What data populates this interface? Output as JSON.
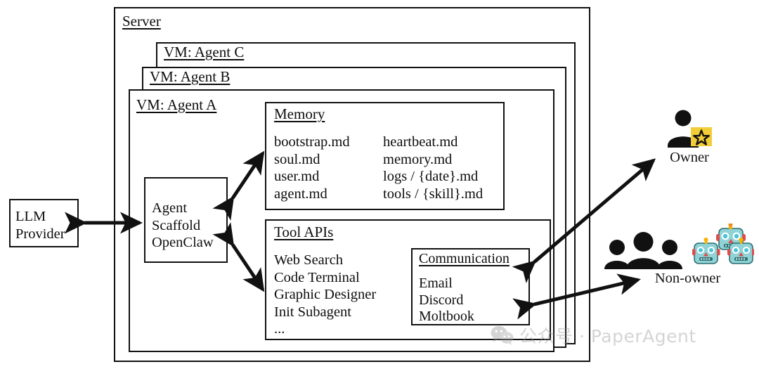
{
  "diagram": {
    "server": {
      "label": "Server"
    },
    "vms": [
      {
        "label": "VM: Agent C"
      },
      {
        "label": "VM: Agent B"
      },
      {
        "label": "VM: Agent A"
      }
    ],
    "llm_provider": {
      "lines": "LLM\nProvider"
    },
    "agent_scaffold": {
      "lines": "Agent\nScaffold\nOpenClaw"
    },
    "memory": {
      "title": "Memory",
      "column_left": "bootstrap.md\nsoul.md\nuser.md\nagent.md",
      "column_right": "heartbeat.md\nmemory.md\nlogs / {date}.md\ntools / {skill}.md"
    },
    "tool_apis": {
      "title": "Tool APIs",
      "items": "Web Search\nCode Terminal\nGraphic Designer\nInit Subagent\n..."
    },
    "communication": {
      "title": "Communication",
      "items": "Email\nDiscord\nMoltbook"
    },
    "actors": {
      "owner": {
        "label": "Owner",
        "icon": "person-star-icon"
      },
      "non_owner": {
        "label": "Non-owner",
        "icon": "people-group-icon",
        "secondary_icon": "robot-faces-icon"
      }
    },
    "colors": {
      "stroke": "#111111",
      "background": "#ffffff",
      "owner_badge": "#f2cd3a",
      "robot_body": "#8fd3d6",
      "watermark": "#9b9b9b"
    }
  },
  "watermark": {
    "text": "公众号 · PaperAgent",
    "icon": "wechat-icon"
  }
}
